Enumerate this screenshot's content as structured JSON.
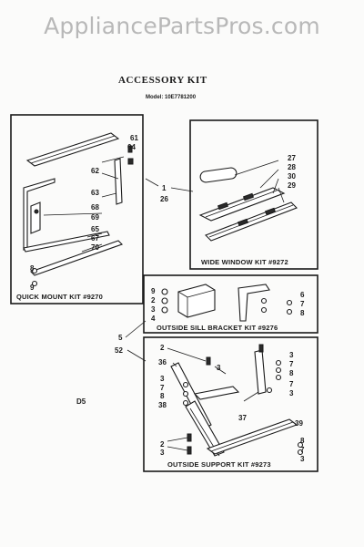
{
  "watermark": "AppliancePartsPros.com",
  "title": "ACCESSORY KIT",
  "model": "Model: 10E7781200",
  "side_code": "D5",
  "kits": {
    "quick_mount": "QUICK MOUNT KIT #9270",
    "wide_window": "WIDE WINDOW KIT #9272",
    "outside_sill": "OUTSIDE SILL BRACKET KIT #9276",
    "outside_support": "OUTSIDE SUPPORT KIT #9273"
  },
  "callouts": {
    "qm": [
      "61",
      "64",
      "62",
      "63",
      "68",
      "69",
      "65",
      "67",
      "70",
      "8",
      "9"
    ],
    "mid": [
      "1",
      "26"
    ],
    "ww": [
      "27",
      "28",
      "30",
      "29"
    ],
    "sill": [
      "9",
      "2",
      "3",
      "4",
      "6",
      "7",
      "8"
    ],
    "side": [
      "5",
      "52"
    ],
    "sup": [
      "2",
      "36",
      "3",
      "3",
      "7",
      "8",
      "38",
      "2",
      "3",
      "37",
      "3",
      "7",
      "8",
      "7",
      "3",
      "39",
      "8",
      "7",
      "3"
    ]
  }
}
